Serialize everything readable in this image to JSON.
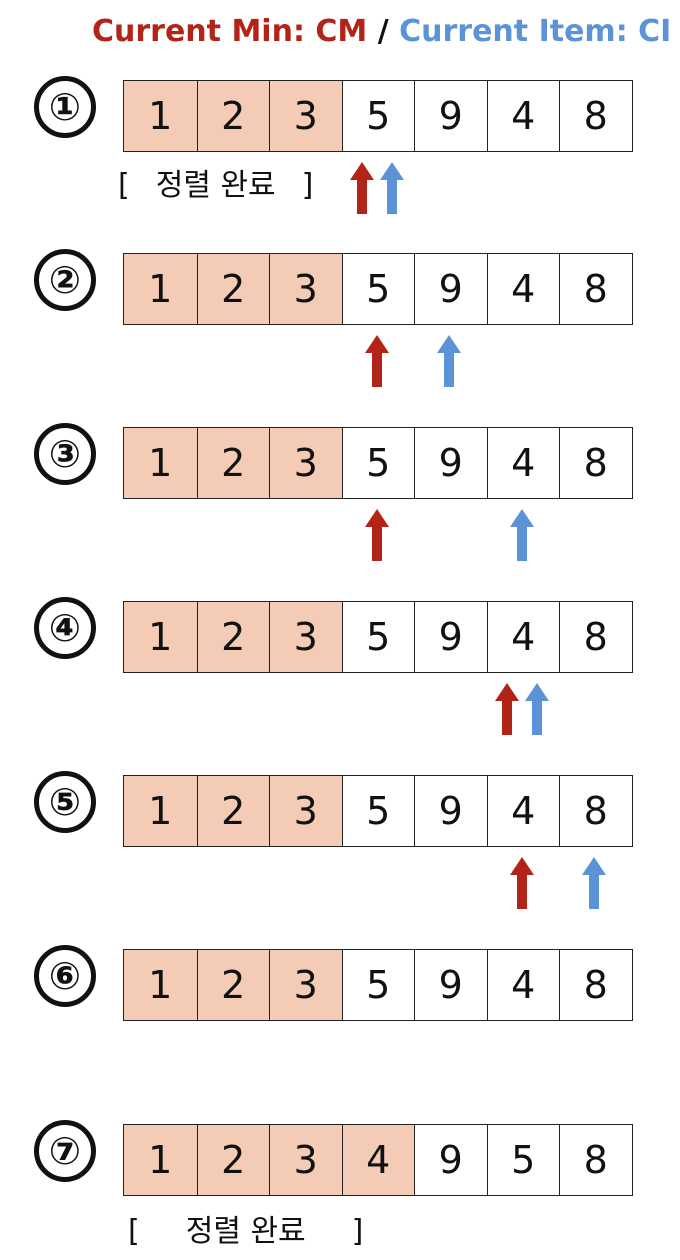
{
  "legend": {
    "current_min": "Current Min: CM",
    "separator": " / ",
    "current_item": "Current Item: CI"
  },
  "colors": {
    "current_min": "#b32418",
    "current_item": "#5b93d6",
    "sorted_fill": "#f4cbb5"
  },
  "sorted_label": {
    "open": "[",
    "text": "정렬 완료",
    "close": "]"
  },
  "steps": [
    {
      "label": "①",
      "values": [
        "1",
        "2",
        "3",
        "5",
        "9",
        "4",
        "8"
      ],
      "sorted_count": 3,
      "cm_index": 3,
      "ci_index": 3,
      "show_sorted_label": true
    },
    {
      "label": "②",
      "values": [
        "1",
        "2",
        "3",
        "5",
        "9",
        "4",
        "8"
      ],
      "sorted_count": 3,
      "cm_index": 3,
      "ci_index": 4,
      "show_sorted_label": false
    },
    {
      "label": "③",
      "values": [
        "1",
        "2",
        "3",
        "5",
        "9",
        "4",
        "8"
      ],
      "sorted_count": 3,
      "cm_index": 3,
      "ci_index": 5,
      "show_sorted_label": false
    },
    {
      "label": "④",
      "values": [
        "1",
        "2",
        "3",
        "5",
        "9",
        "4",
        "8"
      ],
      "sorted_count": 3,
      "cm_index": 5,
      "ci_index": 5,
      "show_sorted_label": false
    },
    {
      "label": "⑤",
      "values": [
        "1",
        "2",
        "3",
        "5",
        "9",
        "4",
        "8"
      ],
      "sorted_count": 3,
      "cm_index": 5,
      "ci_index": 6,
      "show_sorted_label": false
    },
    {
      "label": "⑥",
      "values": [
        "1",
        "2",
        "3",
        "5",
        "9",
        "4",
        "8"
      ],
      "sorted_count": 3,
      "cm_index": null,
      "ci_index": null,
      "show_sorted_label": false
    },
    {
      "label": "⑦",
      "values": [
        "1",
        "2",
        "3",
        "4",
        "9",
        "5",
        "8"
      ],
      "sorted_count": 4,
      "cm_index": null,
      "ci_index": null,
      "show_sorted_label": true
    }
  ]
}
